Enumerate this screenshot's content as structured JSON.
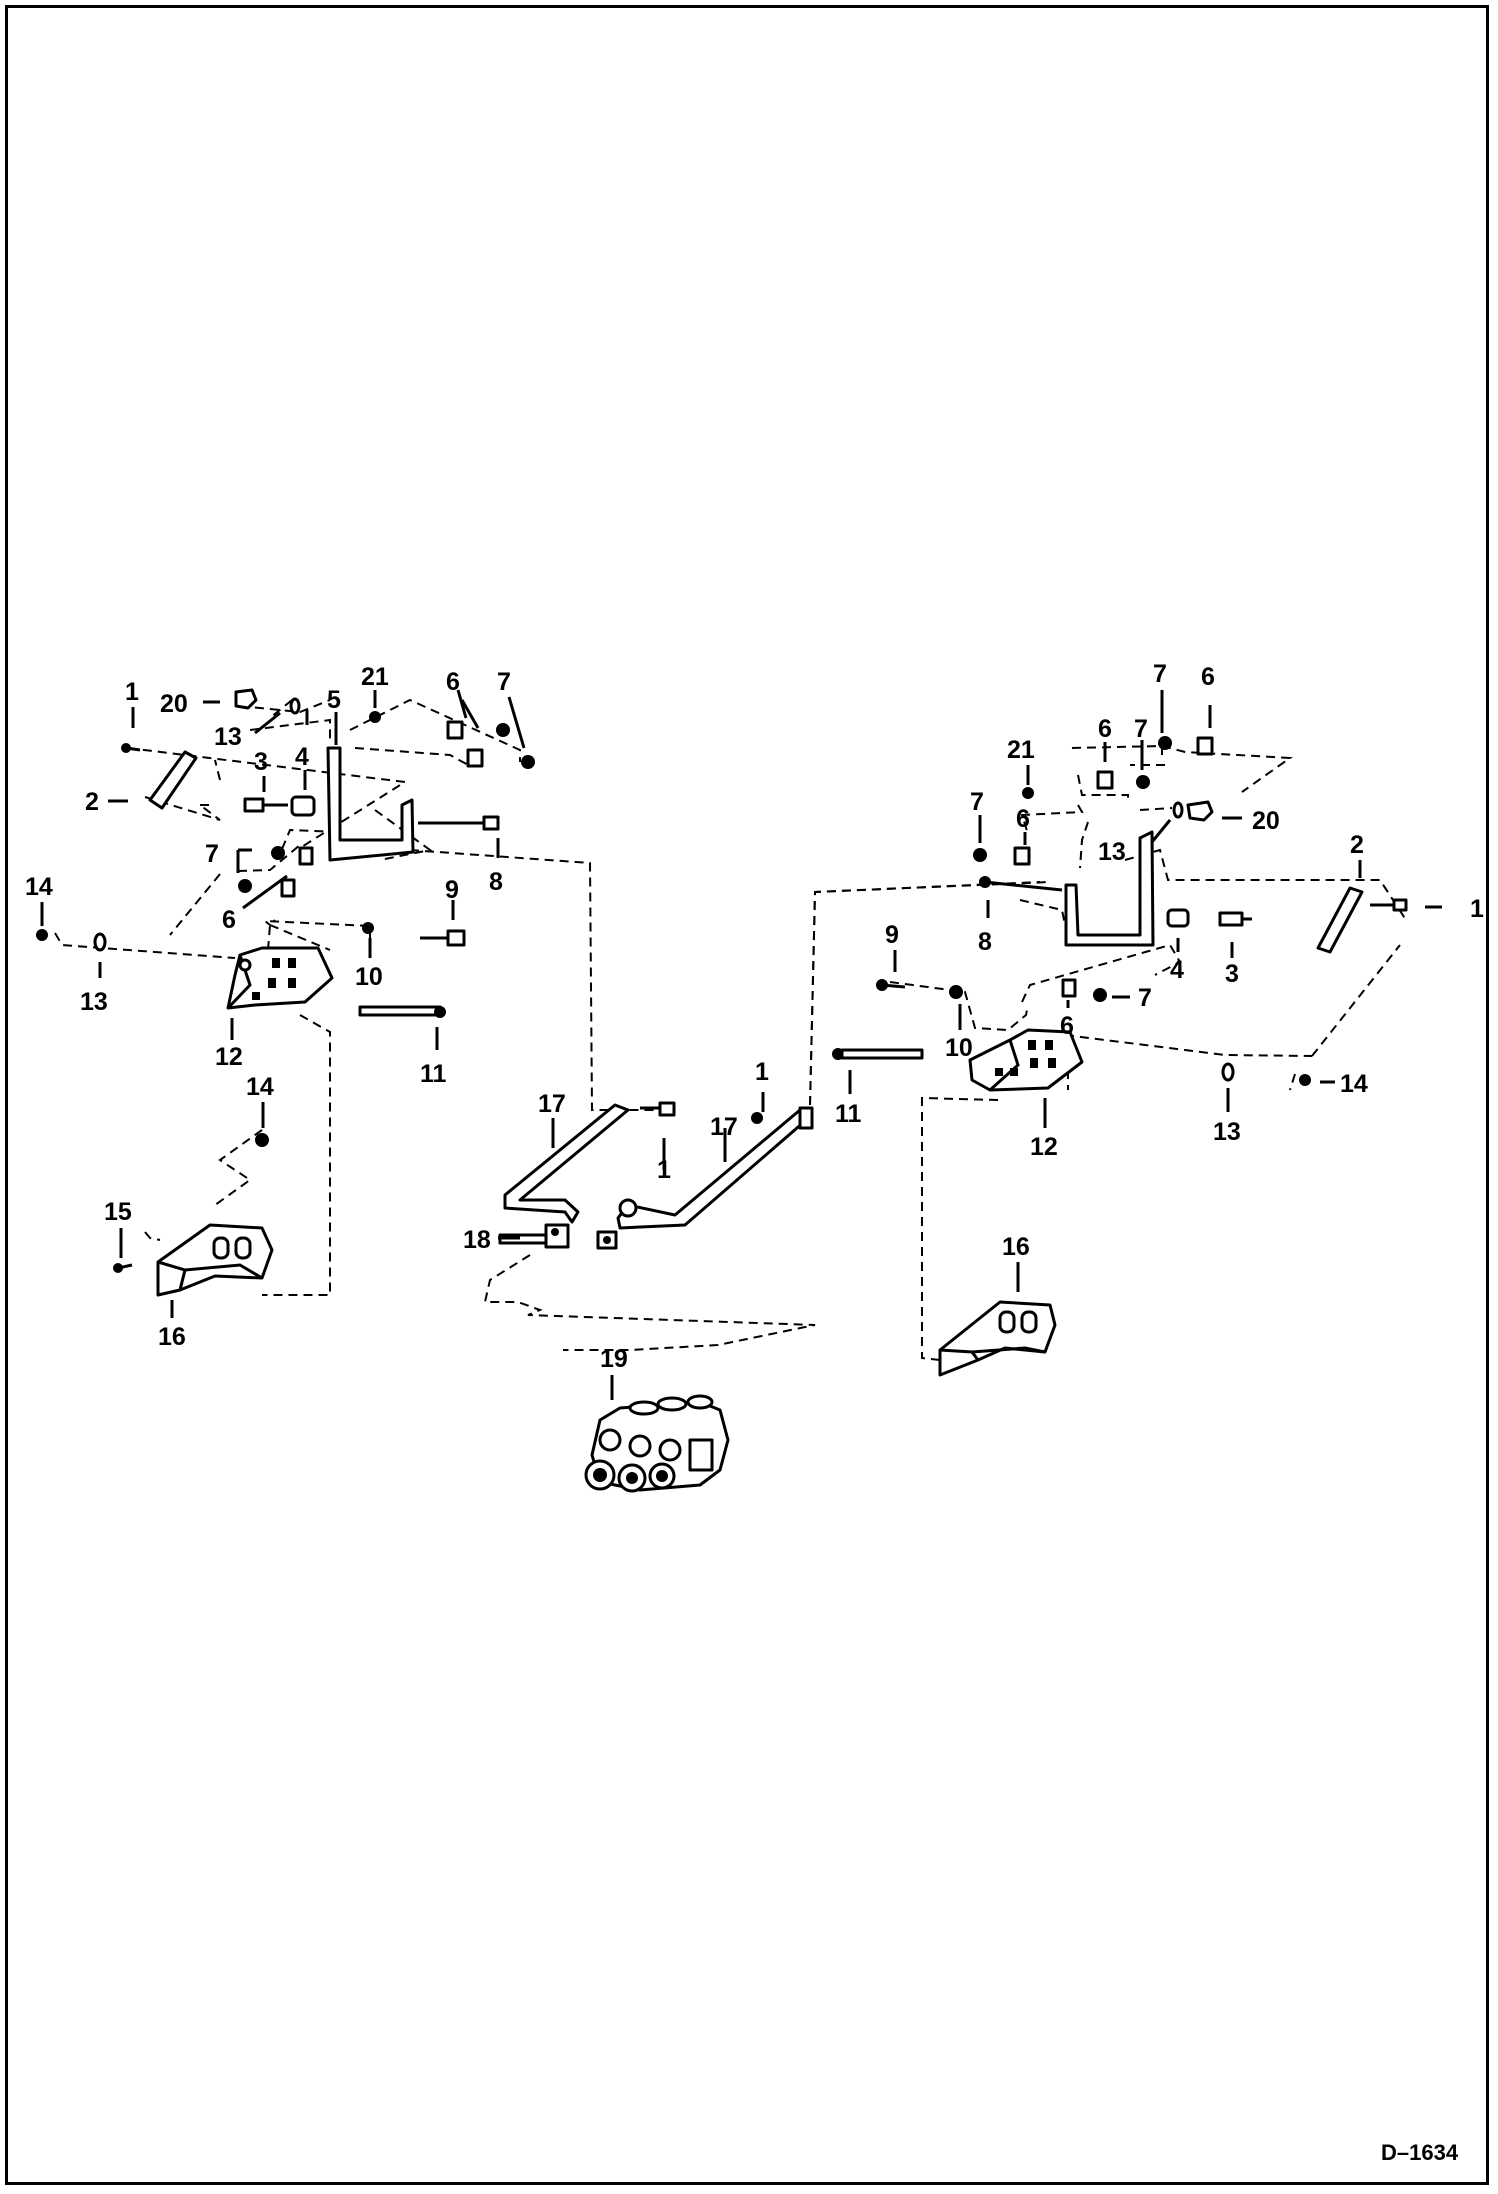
{
  "drawing_number": "D–1634",
  "callouts": {
    "left": {
      "c1": "1",
      "c2": "2",
      "c3": "3",
      "c4": "4",
      "c5": "5",
      "c6a": "6",
      "c6b": "6",
      "c7a": "7",
      "c7b": "7",
      "c8": "8",
      "c9": "9",
      "c10": "10",
      "c11": "11",
      "c12": "12",
      "c13a": "13",
      "c13b": "13",
      "c14a": "14",
      "c14b": "14",
      "c15": "15",
      "c16": "16",
      "c20": "20",
      "c21": "21"
    },
    "center": {
      "c1a": "1",
      "c1b": "1",
      "c17a": "17",
      "c17b": "17",
      "c18": "18",
      "c19": "19"
    },
    "right": {
      "c1": "1",
      "c2": "2",
      "c3": "3",
      "c4": "4",
      "c6a": "6",
      "c6b": "6",
      "c6c": "6",
      "c6d": "6",
      "c7a": "7",
      "c7b": "7",
      "c7c": "7",
      "c7d": "7",
      "c8": "8",
      "c9": "9",
      "c10": "10",
      "c11": "11",
      "c12": "12",
      "c13a": "13",
      "c13b": "13",
      "c14": "14",
      "c16": "16",
      "c20": "20",
      "c21": "21"
    }
  }
}
